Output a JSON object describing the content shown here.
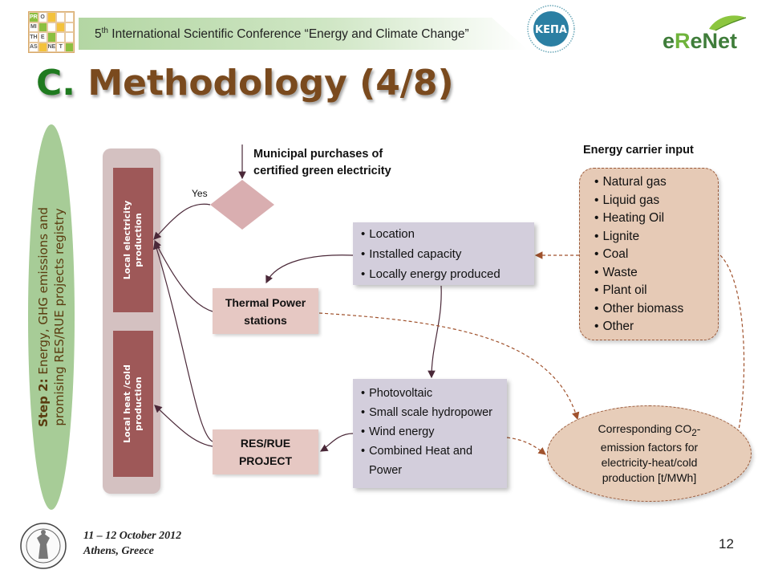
{
  "header": {
    "logo_letters": [
      "PR",
      "O",
      "MI",
      "",
      "",
      "",
      "",
      "",
      "TH",
      "E",
      "",
      "",
      "",
      "",
      "",
      "AS",
      "",
      "NE",
      "T",
      ""
    ],
    "conference_prefix": "5",
    "conference_sup": "th",
    "conference_rest": " International Scientific Conference “Energy and Climate Change”",
    "kepa_label": "ΚΕΠΑ",
    "erenet_e": "e",
    "erenet_r": "R",
    "erenet_rest": "eNet"
  },
  "title": {
    "letter": "C.",
    "text": " Methodology (4/8)"
  },
  "step": {
    "bold": "Step 2:",
    "line1_rest": " Energy, GHG emissions and",
    "line2": "promising RES/RUE projects registry"
  },
  "production": {
    "electricity": [
      "Local electricity",
      "production"
    ],
    "heat_cold": [
      "Local heat /cold",
      "production"
    ]
  },
  "decision": {
    "purchase_label": [
      "Municipal purchases of",
      "certified green electricity"
    ],
    "yes_label": "Yes"
  },
  "thermal": [
    "Thermal Power",
    "stations"
  ],
  "res_rue": [
    "RES/RUE",
    "PROJECT"
  ],
  "plant_info": {
    "items": [
      "Location",
      "Installed capacity",
      "Locally energy produced"
    ]
  },
  "res_types": {
    "items": [
      "Photovoltaic",
      "Small scale hydropower",
      "Wind energy",
      "Combined Heat and Power"
    ]
  },
  "energy_input": {
    "heading": "Energy carrier input",
    "items": [
      "Natural gas",
      "Liquid gas",
      "Heating Oil",
      "Lignite",
      "Coal",
      "Waste",
      "Plant oil",
      "Other biomass",
      "Other"
    ]
  },
  "emission": {
    "line1_pre": "Corresponding CO",
    "line1_sub": "2",
    "line1_post": "-",
    "line2": "emission factors for",
    "line3": "electricity-heat/cold",
    "line4": "production [t/MWh]"
  },
  "footer": {
    "date": "11 – 12 October 2012",
    "place": "Athens, Greece",
    "page_number": "12"
  },
  "colors": {
    "green_title": "#1f7a1f",
    "brown_title": "#7a4a1e",
    "production_box": "#9e5858",
    "project_box": "#e6c8c3",
    "list_box": "#d3cedc",
    "input_box": "#e6cab6",
    "arrow_solid": "#4a2838",
    "arrow_dashed": "#a0522d"
  }
}
